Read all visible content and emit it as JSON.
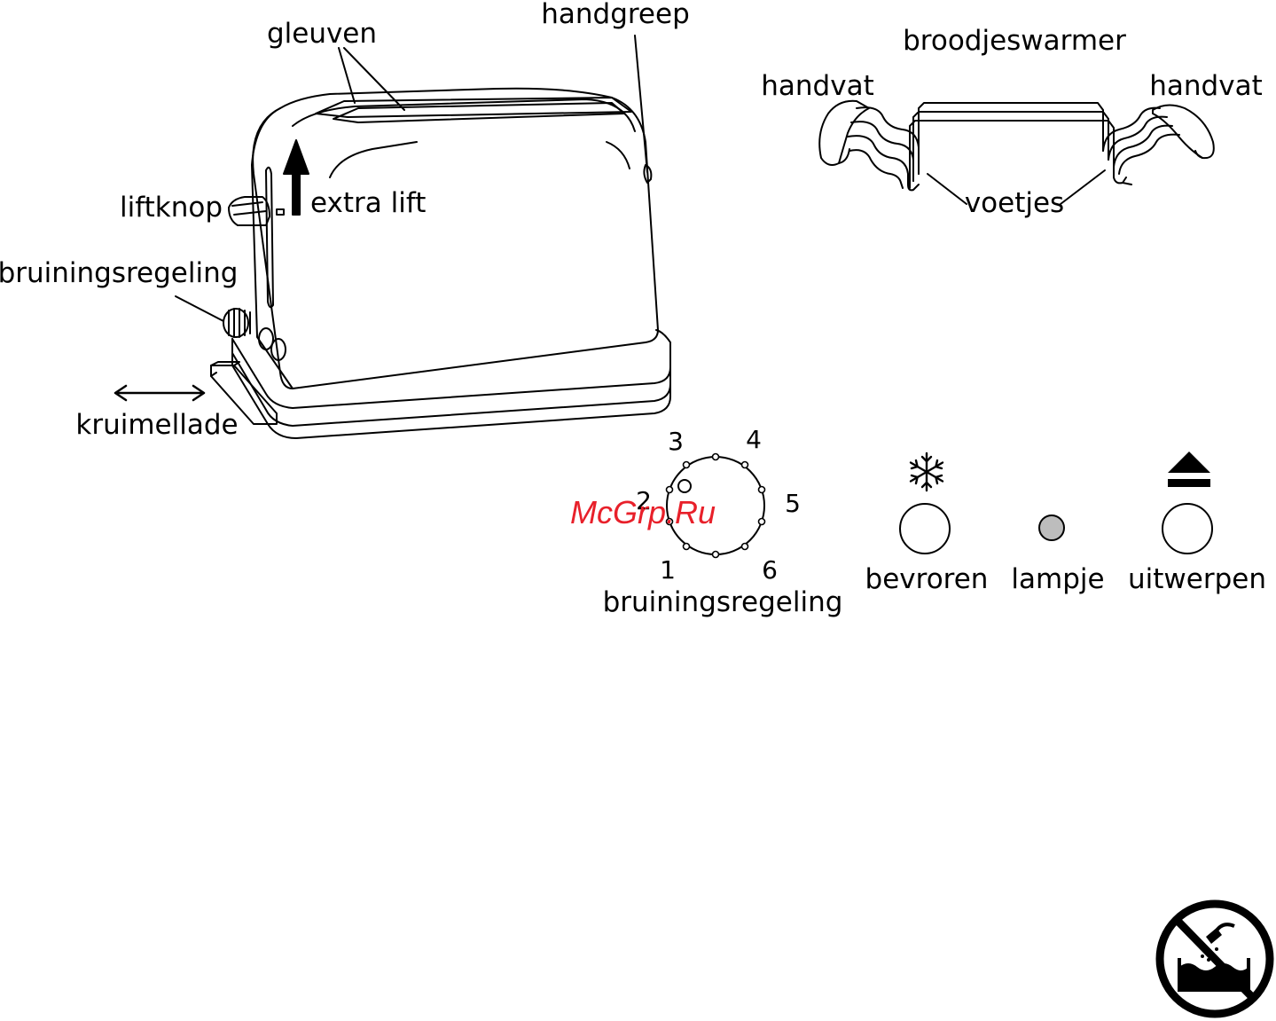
{
  "toaster": {
    "slots": "gleuven",
    "handle": "handgreep",
    "lift_lever": "liftknop",
    "extra_lift": "extra lift",
    "browning_control": "bruiningsregeling",
    "crumb_tray": "kruimellade"
  },
  "warmer": {
    "title": "broodjeswarmer",
    "handle_left": "handvat",
    "handle_right": "handvat",
    "feet": "voetjes"
  },
  "panel": {
    "dial_numbers": [
      "1",
      "2",
      "3",
      "4",
      "5",
      "6"
    ],
    "dial_label": "bruiningsregeling",
    "frozen_label": "bevroren",
    "lamp_label": "lampje",
    "eject_label": "uitwerpen",
    "frozen_icon": "snowflake-icon",
    "eject_icon": "eject-icon"
  },
  "warning_icon": "no-immersion-icon",
  "watermark": "McGrp.Ru",
  "colors": {
    "ink": "#000000",
    "lamp": "#bdbdbd",
    "watermark": "#e8202a"
  }
}
